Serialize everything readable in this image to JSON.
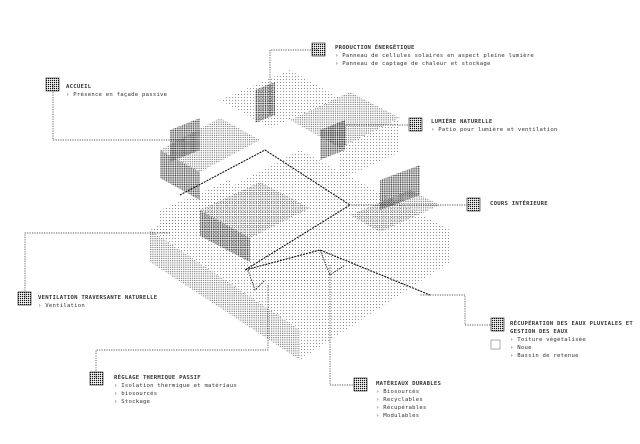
{
  "colors": {
    "ink": "#1a1a1a",
    "dot": "#5a5a5a",
    "background": "#ffffff"
  },
  "callouts": [
    {
      "id": "accueil",
      "title": "ACCUEIL",
      "items": [
        "Présence en façade passive"
      ]
    },
    {
      "id": "production",
      "title": "PRODUCTION ÉNERGÉTIQUE",
      "items": [
        "Panneau de cellules solaires en aspect pleine lumière",
        "Panneau de captage de chaleur et stockage"
      ]
    },
    {
      "id": "lumiere",
      "title": "LUMIÈRE NATURELLE",
      "items": [
        "Patio pour lumière et ventilation"
      ]
    },
    {
      "id": "cours",
      "title": "COURS INTÉRIEURE",
      "items": []
    },
    {
      "id": "ventilation",
      "title": "VENTILATION TRAVERSANTE NATURELLE",
      "items": [
        "Ventilation"
      ]
    },
    {
      "id": "reglage",
      "title": "RÉGLAGE THERMIQUE PASSIF",
      "items": [
        "Isolation thermique et matériaux",
        "biosourcés",
        "Stockage"
      ]
    },
    {
      "id": "materiaux",
      "title": "MATÉRIAUX DURABLES",
      "items": [
        "Biosourcés",
        "Recyclables",
        "Récupérables",
        "Modulables"
      ]
    },
    {
      "id": "eau",
      "title": "RÉCUPÉRATION DES EAUX PLUVIALES ET GESTION DES EAUX",
      "items": [
        "Toiture végétalisée",
        "Noue",
        "Bassin de retenue"
      ]
    }
  ]
}
